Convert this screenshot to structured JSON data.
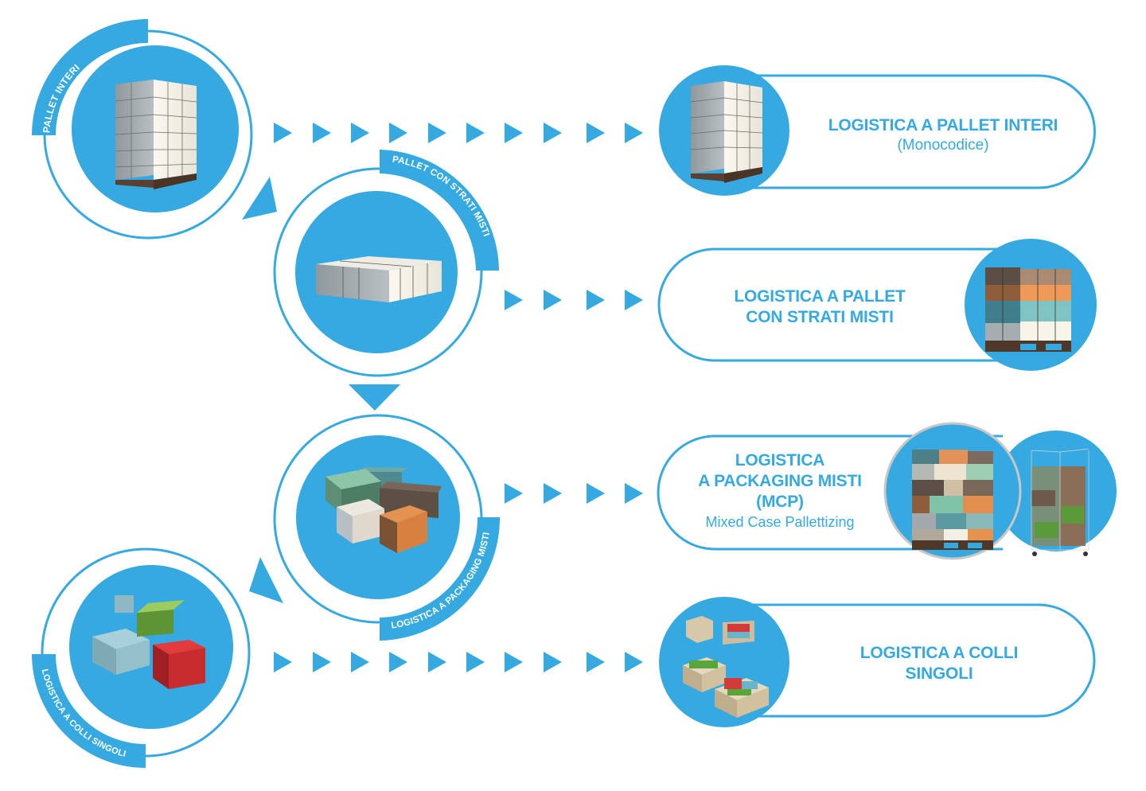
{
  "colors": {
    "accent": "#36a9e1",
    "white": "#ffffff",
    "pallet_wood": "#5a4030",
    "box_light": "#f4f1e8",
    "box_shade": "#9aa2a6"
  },
  "steps": [
    {
      "id": "pallet-interi",
      "label": "PALLET INTERI",
      "icon": "full-pallet-icon"
    },
    {
      "id": "pallet-strati-misti",
      "label": "PALLET CON STRATI MISTI",
      "icon": "pallet-layer-icon"
    },
    {
      "id": "packaging-misti",
      "label": "LOGISTICA A PACKAGING MISTI",
      "icon": "mixed-boxes-icon"
    },
    {
      "id": "colli-singoli",
      "label": "LOGISTICA A COLLI SINGOLI",
      "icon": "open-boxes-icon"
    }
  ],
  "outcomes": [
    {
      "id": "out-pallet-interi",
      "title_lines": [
        "LOGISTICA A PALLET INTERI"
      ],
      "subtitle": "(Monocodice)",
      "icon": "full-pallet-icon"
    },
    {
      "id": "out-strati-misti",
      "title_lines": [
        "LOGISTICA A PALLET",
        "CON STRATI MISTI"
      ],
      "subtitle": "",
      "icon": "layered-pallet-icon"
    },
    {
      "id": "out-mcp",
      "title_lines": [
        "LOGISTICA",
        "A PACKAGING MISTI",
        "(MCP)"
      ],
      "subtitle": "Mixed Case Pallettizing",
      "icon": "mixed-pallet-icon",
      "icon2": "roll-cage-icon"
    },
    {
      "id": "out-colli-singoli",
      "title_lines": [
        "LOGISTICA A COLLI",
        "SINGOLI"
      ],
      "subtitle": "",
      "icon": "open-cartons-icon"
    }
  ],
  "arrow_rows": [
    {
      "to": "out-pallet-interi",
      "count": 10
    },
    {
      "to": "out-strati-misti",
      "count": 4
    },
    {
      "to": "out-mcp",
      "count": 4
    },
    {
      "to": "out-colli-singoli",
      "count": 10
    }
  ]
}
